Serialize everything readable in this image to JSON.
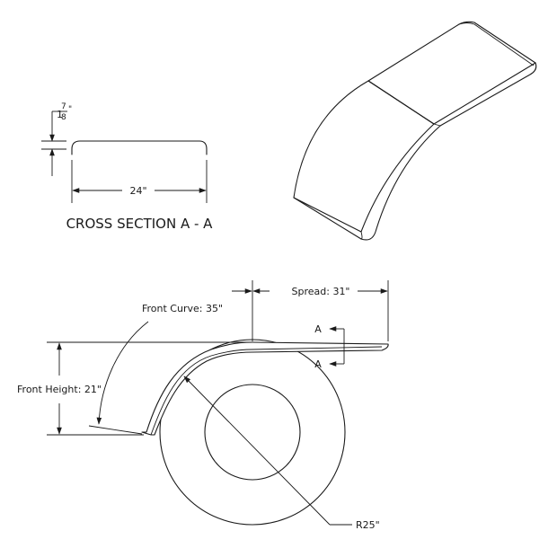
{
  "cross_section": {
    "height_whole": "1",
    "height_num": "7",
    "height_den": "8",
    "height_unit": "\"",
    "width_label": "24\"",
    "title": "CROSS SECTION A - A"
  },
  "side_view": {
    "front_curve_label": "Front Curve: 35\"",
    "spread_label": "Spread: 31\"",
    "front_height_label": "Front Height: 21\"",
    "radius_label": "R25\"",
    "section_marker_top": "A",
    "section_marker_bottom": "A"
  }
}
